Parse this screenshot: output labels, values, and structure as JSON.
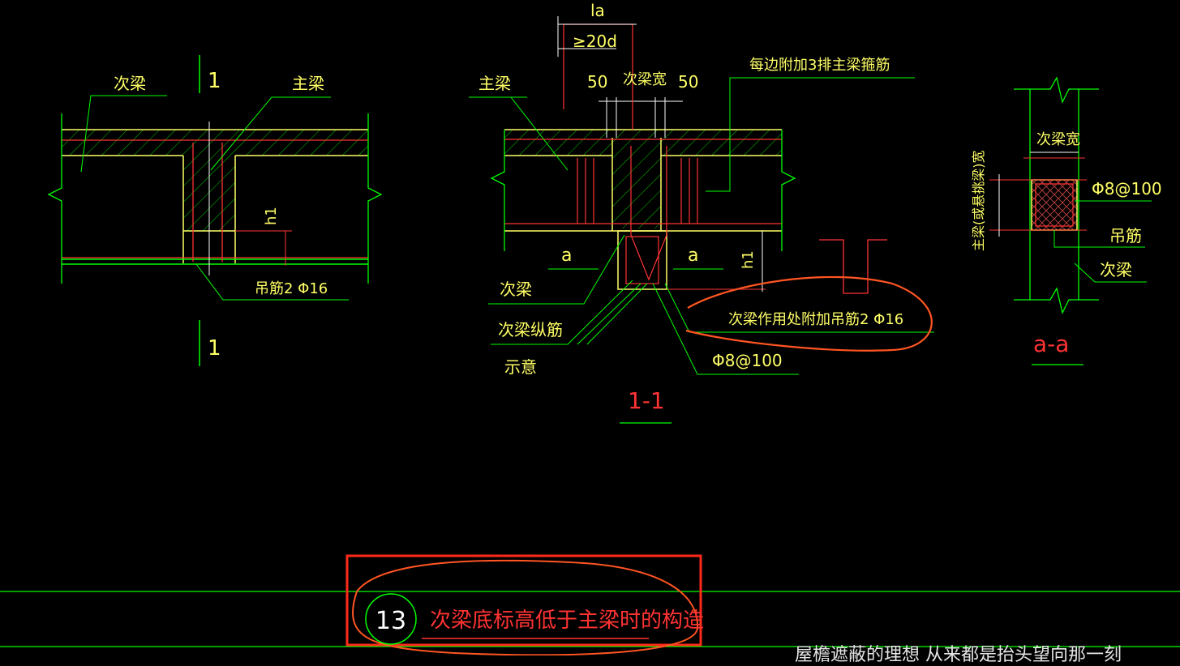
{
  "left_view": {
    "label_secondary_beam": "次梁",
    "label_main_beam": "主梁",
    "section_mark_top": "1",
    "section_mark_bottom": "1",
    "label_h1": "h1",
    "label_hanger_bar": "吊筋2 Φ16"
  },
  "section_1_1": {
    "label_main_beam": "主梁",
    "label_la": "la",
    "label_ge20d": "≥20d",
    "label_50_left": "50",
    "label_secondary_width": "次梁宽",
    "label_50_right": "50",
    "label_add_stirrups": "每边附加3排主梁箍筋",
    "label_a_left": "a",
    "label_a_right": "a",
    "label_h1": "h1",
    "label_secondary_beam": "次梁",
    "label_secondary_long_bar": "次梁纵筋",
    "label_schematic": "示意",
    "label_add_hanger": "次梁作用处附加吊筋2 Φ16",
    "label_stirrup": "Φ8@100",
    "title": "1-1"
  },
  "section_a_a": {
    "label_secondary_width": "次梁宽",
    "label_main_beam_width": "主梁(或悬挑梁)宽",
    "label_stirrup": "Φ8@100",
    "label_hanger": "吊筋",
    "label_secondary_beam": "次梁",
    "title": "a-a"
  },
  "footer": {
    "detail_number": "13",
    "detail_title": "次梁底标高低于主梁时的构造"
  },
  "subtitle": "屋檐遮蔽的理想 从来都是抬头望向那一刻",
  "colors": {
    "background": "#000000",
    "yellow": "#ffff66",
    "green": "#00ff00",
    "red": "#ff3333",
    "orange": "#ff5522",
    "white": "#ffffff"
  }
}
